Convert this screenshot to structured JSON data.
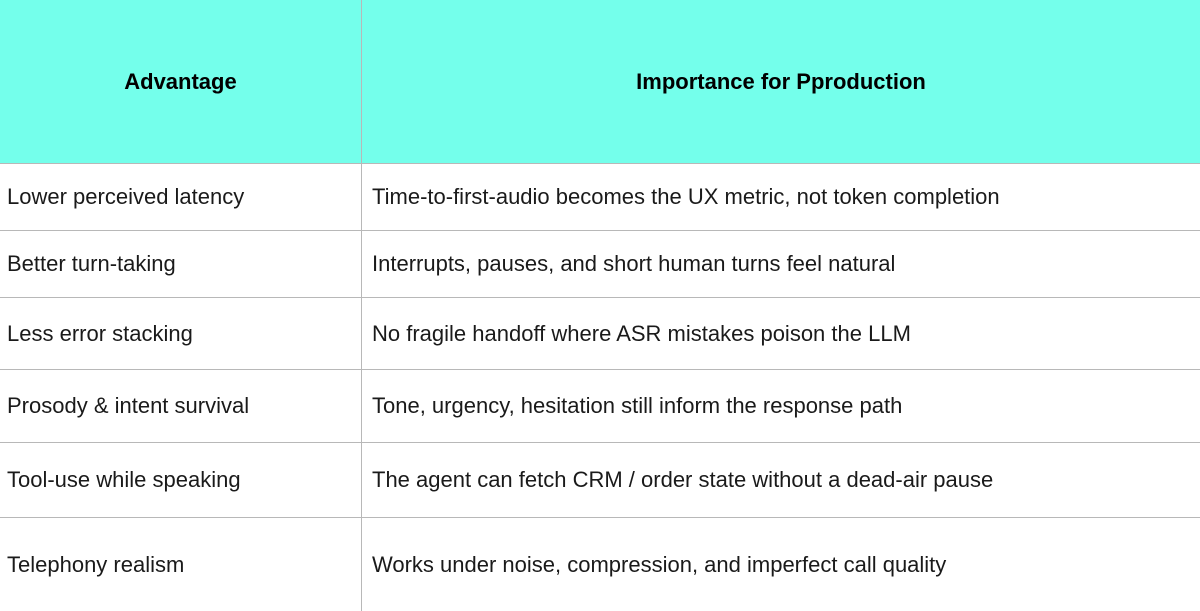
{
  "table": {
    "header": {
      "advantage": "Advantage",
      "importance": "Importance for Pproduction"
    },
    "rows": [
      {
        "advantage": "Lower perceived latency",
        "importance": "Time-to-first-audio becomes the UX metric, not token completion"
      },
      {
        "advantage": "Better turn-taking",
        "importance": "Interrupts, pauses, and short human turns feel natural"
      },
      {
        "advantage": "Less error stacking",
        "importance": "No fragile handoff where ASR mistakes poison the LLM"
      },
      {
        "advantage": "Prosody & intent survival",
        "importance": "Tone, urgency, hesitation still inform the response path"
      },
      {
        "advantage": "Tool-use while speaking",
        "importance": "The agent can fetch CRM / order state without a dead-air pause"
      },
      {
        "advantage": "Telephony realism",
        "importance": "Works under noise, compression, and imperfect call quality"
      }
    ]
  },
  "colors": {
    "header_background": "#74ffeb",
    "grid_lines": "#b8b8b8"
  }
}
